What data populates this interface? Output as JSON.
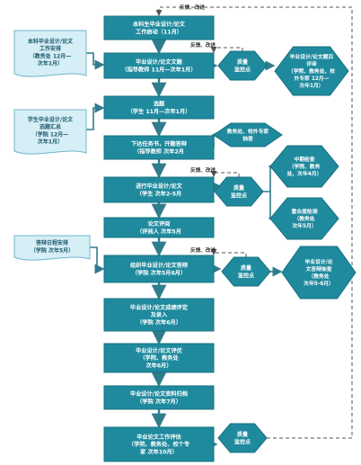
{
  "colors": {
    "box": "#1F8A9E",
    "box_border": "#17707F",
    "doc": "#D6EEF6",
    "doc_border": "#6FB6CC",
    "text_on_box": "#FFFFFF",
    "doc_text": "#1C5A6E",
    "arrow": "#2F7C8D",
    "dashed": "#555555"
  },
  "steps": [
    {
      "lines": [
        "本科生毕业设计/论文",
        "工作启动（11月）"
      ]
    },
    {
      "lines": [
        "毕业设计/论文文题",
        "（指导教师 11月—次年1月）"
      ]
    },
    {
      "lines": [
        "选题",
        "（学生 11月—次年1月）"
      ]
    },
    {
      "lines": [
        "下达任务书，开题答辩",
        "（指导教师 次年2月"
      ]
    },
    {
      "lines": [
        "进行毕业设计/论文",
        "（学生 次年2-5月"
      ]
    },
    {
      "lines": [
        "论文评阅",
        "（评阅人 次年5月"
      ]
    },
    {
      "lines": [
        "组织毕业设计/论文答辩",
        "（学院 次年5月6月）"
      ]
    },
    {
      "lines": [
        "毕业设计/论文成绩评定",
        "及录入",
        "（学院 次年6月）"
      ]
    },
    {
      "lines": [
        "毕业设计/论文评优",
        "（学院、教务处",
        "次年6月）"
      ]
    },
    {
      "lines": [
        "毕业设计/论文资料归档",
        "（学院 次年7月）"
      ]
    },
    {
      "lines": [
        "毕业论文工作评估",
        "（学院、教务处、校个专",
        "家 次年10月）"
      ]
    }
  ],
  "docs": [
    {
      "lines": [
        "本科毕业设计/论文",
        "工作安排",
        "（教务处 12月—",
        "次年1月）"
      ]
    },
    {
      "lines": [
        "学生毕业设计/论文",
        "选题汇总",
        "（学院 12月—",
        "次年1月）"
      ]
    },
    {
      "lines": [
        "答辩日程安排",
        "（学院 次年5月）"
      ]
    }
  ],
  "hexes": [
    {
      "lines": [
        "质量",
        "监控点"
      ]
    },
    {
      "lines": [
        "毕业设计/论文题目",
        "评审",
        "（学院、教务处、校",
        "外专家 12月—",
        "次年1月）"
      ]
    },
    {
      "lines": [
        "教务处、校外专家",
        "抽查"
      ]
    },
    {
      "lines": [
        "质量",
        "监控点"
      ]
    },
    {
      "lines": [
        "中期检查",
        "（学院、教务",
        "处、次年4月）"
      ]
    },
    {
      "lines": [
        "重合度检测",
        "（教务处",
        "次年5月）"
      ]
    },
    {
      "lines": [
        "质量",
        "监控点"
      ]
    },
    {
      "lines": [
        "毕业设计/论",
        "文答辩抽查",
        "（教务处",
        "次年5-6月）"
      ]
    },
    {
      "lines": [
        "质量",
        "监控点"
      ]
    }
  ],
  "feedback_labels": [
    "反馈、改进",
    "反馈、改进",
    "反馈、改进",
    "反馈、改进"
  ]
}
